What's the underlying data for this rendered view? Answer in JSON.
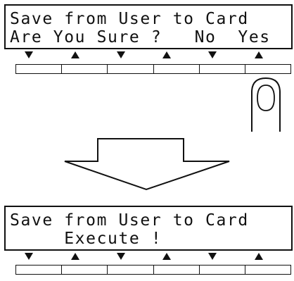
{
  "panel_top": {
    "line1": "Save from User to Card",
    "line2": "Are You Sure ?   No  Yes",
    "arrows": [
      "down",
      "up",
      "down",
      "up",
      "down",
      "up"
    ]
  },
  "panel_bottom": {
    "line1": "Save from User to Card",
    "line2": "     Execute !",
    "arrows": [
      "down",
      "up",
      "down",
      "up",
      "down",
      "up"
    ]
  }
}
